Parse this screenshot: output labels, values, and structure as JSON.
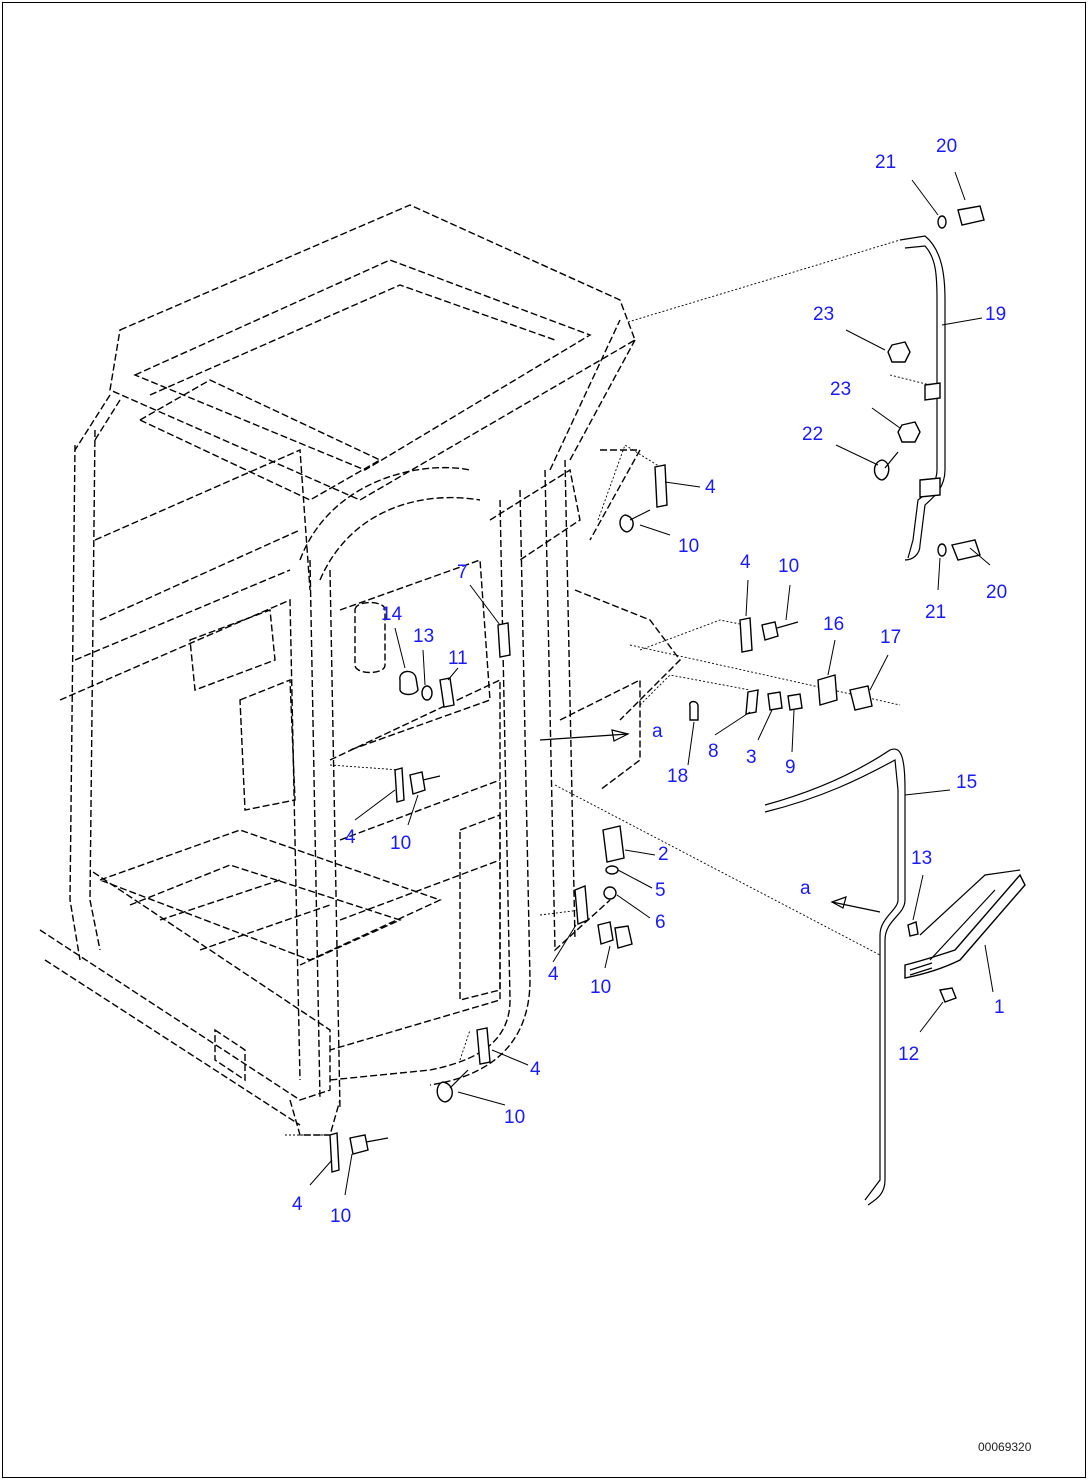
{
  "figure_code": "00069320",
  "colors": {
    "callout": "#1a1aff",
    "line": "#000000",
    "background": "#ffffff"
  },
  "callouts": [
    {
      "label": "20"
    },
    {
      "label": "21"
    },
    {
      "label": "19"
    },
    {
      "label": "23"
    },
    {
      "label": "23"
    },
    {
      "label": "22"
    },
    {
      "label": "4"
    },
    {
      "label": "10"
    },
    {
      "label": "20"
    },
    {
      "label": "21"
    },
    {
      "label": "4"
    },
    {
      "label": "10"
    },
    {
      "label": "7"
    },
    {
      "label": "16"
    },
    {
      "label": "17"
    },
    {
      "label": "14"
    },
    {
      "label": "13"
    },
    {
      "label": "11"
    },
    {
      "label": "a"
    },
    {
      "label": "8"
    },
    {
      "label": "3"
    },
    {
      "label": "9"
    },
    {
      "label": "18"
    },
    {
      "label": "15"
    },
    {
      "label": "4"
    },
    {
      "label": "10"
    },
    {
      "label": "2"
    },
    {
      "label": "5"
    },
    {
      "label": "6"
    },
    {
      "label": "13"
    },
    {
      "label": "a"
    },
    {
      "label": "4"
    },
    {
      "label": "10"
    },
    {
      "label": "1"
    },
    {
      "label": "12"
    },
    {
      "label": "4"
    },
    {
      "label": "10"
    },
    {
      "label": "4"
    },
    {
      "label": "10"
    }
  ]
}
